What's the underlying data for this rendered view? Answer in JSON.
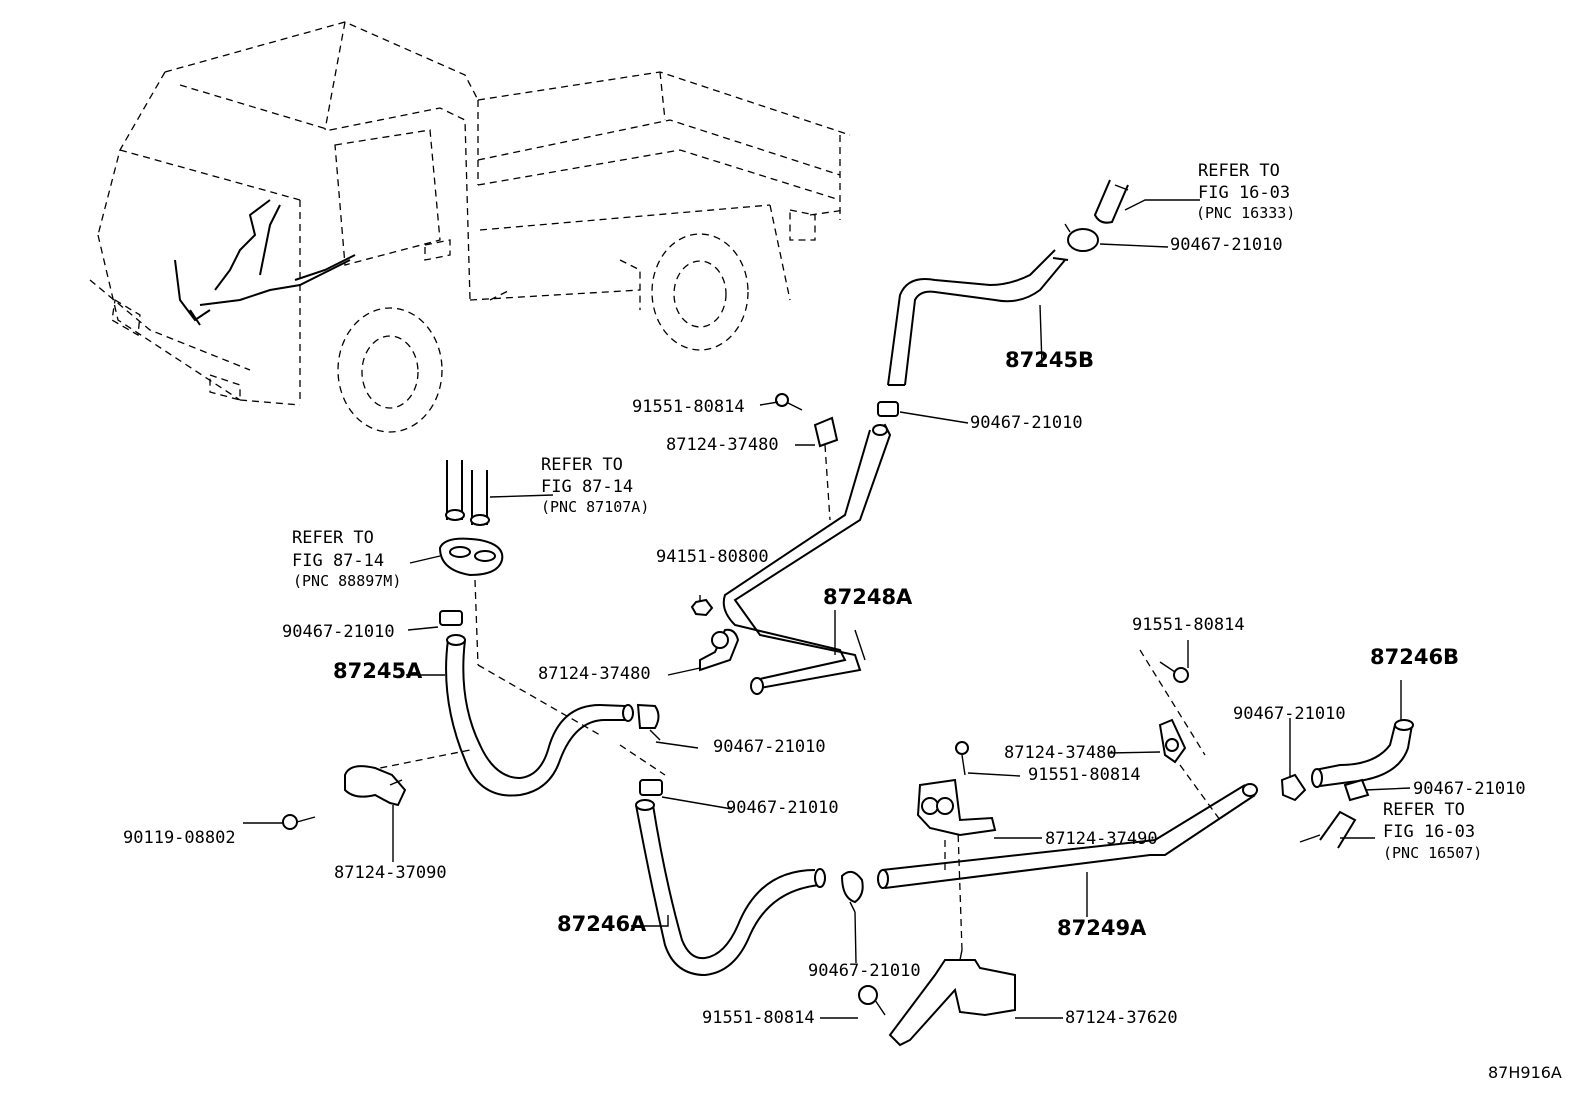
{
  "diagram_code": "87H916A",
  "refs": {
    "fig_16_03_top": {
      "line1": "REFER TO",
      "line2": "FIG 16-03",
      "pnc": "(PNC 16333)"
    },
    "fig_87_14_a": {
      "line1": "REFER TO",
      "line2": "FIG 87-14",
      "pnc": "(PNC 87107A)"
    },
    "fig_87_14_b": {
      "line1": "REFER TO",
      "line2": "FIG 87-14",
      "pnc": "(PNC 88897M)"
    },
    "fig_16_03_right": {
      "line1": "REFER TO",
      "line2": "FIG 16-03",
      "pnc": "(PNC 16507)"
    }
  },
  "labels": {
    "clamp_top": "90467-21010",
    "hose_87245b": "87245B",
    "clamp_upper_mid": "90467-21010",
    "bolt_upper": "91551-80814",
    "clip_upper": "87124-37480",
    "nut": "94151-80800",
    "pipe_87248a": "87248A",
    "clip_mid": "87124-37480",
    "clamp_left": "90467-21010",
    "hose_87245a": "87245A",
    "clamp_center": "90467-21010",
    "clamp_center2": "90467-21010",
    "bolt_left": "90119-08802",
    "bracket_left": "87124-37090",
    "hose_87246a": "87246A",
    "clamp_bottom": "90467-21010",
    "bolt_bottom": "91551-80814",
    "bracket_bottom": "87124-37620",
    "bolt_right_top": "91551-80814",
    "clip_right": "87124-37480",
    "bolt_right_mid": "91551-80814",
    "bracket_right": "87124-37490",
    "pipe_87249a": "87249A",
    "hose_87246b": "87246B",
    "clamp_right1": "90467-21010",
    "clamp_right2": "90467-21010"
  }
}
